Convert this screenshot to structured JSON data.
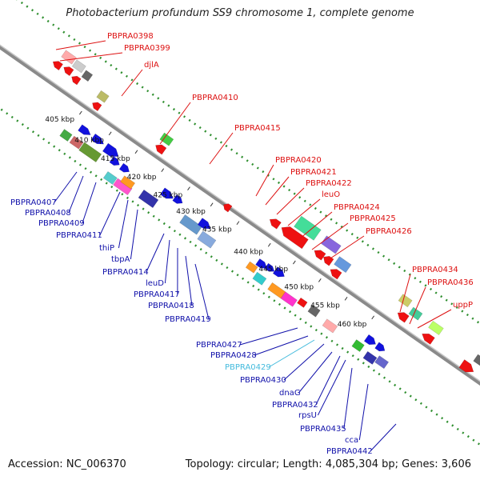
{
  "title": "Photobacterium profundum SS9 chromosome 1, complete genome",
  "footer": {
    "accession_label": "Accession:",
    "accession": "NC_006370",
    "topology_label": "Topology:",
    "topology": "circular",
    "length_label": "Length:",
    "length": "4,085,304 bp",
    "genes_label": "Genes:",
    "genes": "3,606"
  },
  "colors": {
    "backbone": "#8a8a8a",
    "forward_track": "#2f8f2f",
    "reverse_track": "#2f8f2f",
    "top_label": "#dd1111",
    "bottom_label": "#1111aa",
    "highlight_label": "#44bbdd"
  },
  "scale_ticks": [
    "405 kbp",
    "410 kbp",
    "415 kbp",
    "420 kbp",
    "425 kbp",
    "430 kbp",
    "435 kbp",
    "440 kbp",
    "445 kbp",
    "450 kbp",
    "455 kbp",
    "460 kbp"
  ],
  "top_genes": [
    "PBPRA0398",
    "PBPRA0399",
    "djlA",
    "PBPRA0410",
    "PBPRA0415",
    "PBPRA0420",
    "PBPRA0421",
    "PBPRA0422",
    "leuO",
    "PBPRA0424",
    "PBPRA0425",
    "PBPRA0426",
    "PBPRA0434",
    "PBPRA0436",
    "uppP"
  ],
  "bottom_genes": [
    "PBPRA0407",
    "PBPRA0408",
    "PBPRA0409",
    "PBPRA0411",
    "thiP",
    "tbpA",
    "PBPRA0414",
    "leuD",
    "PBPRA0417",
    "PBPRA0418",
    "PBPRA0419",
    "PBPRA0427",
    "PBPRA0428",
    "PBPRA0429",
    "PBPRA0430",
    "dnaG",
    "PBPRA0432",
    "rpsU",
    "PBPRA0435",
    "cca",
    "PBPRA0442"
  ]
}
